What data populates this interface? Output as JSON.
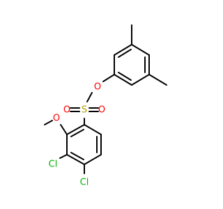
{
  "molecule": {
    "atoms": {
      "oxygen_ester": "O",
      "sulfur": "S",
      "oxygen_left": "O",
      "oxygen_right": "O",
      "oxygen_methoxy": "O",
      "chlorine_3": "Cl",
      "chlorine_4": "Cl"
    }
  },
  "colors": {
    "bond": "#000000",
    "oxygen": "#ff0000",
    "sulfur": "#b3a000",
    "chlorine": "#00b400"
  }
}
